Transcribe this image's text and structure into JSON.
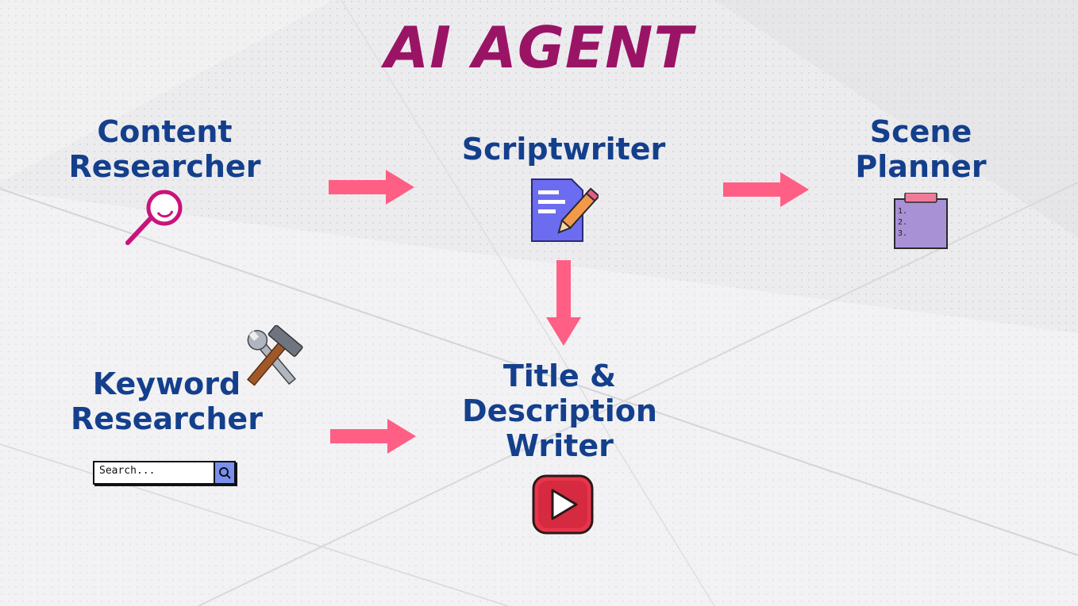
{
  "title": "AI AGENT",
  "nodes": {
    "content_researcher": {
      "line1": "Content",
      "line2": "Researcher"
    },
    "scriptwriter": {
      "line1": "Scriptwriter"
    },
    "scene_planner": {
      "line1": "Scene",
      "line2": "Planner"
    },
    "keyword_researcher": {
      "line1": "Keyword",
      "line2": "Researcher"
    },
    "title_writer": {
      "line1": "Title &",
      "line2": "Description",
      "line3": "Writer"
    }
  },
  "search": {
    "placeholder": "Search..."
  },
  "checklist": {
    "items": [
      "1.",
      "2.",
      "3."
    ]
  },
  "icons": {
    "magnifier": "magnifier-icon",
    "document": "document-pencil-icon",
    "clipboard": "clipboard-list-icon",
    "tools": "hammer-wrench-icon",
    "play": "play-button-icon",
    "search": "search-icon"
  },
  "colors": {
    "title": "#9a1466",
    "label": "#143f8c",
    "arrow": "#ff5f84"
  }
}
